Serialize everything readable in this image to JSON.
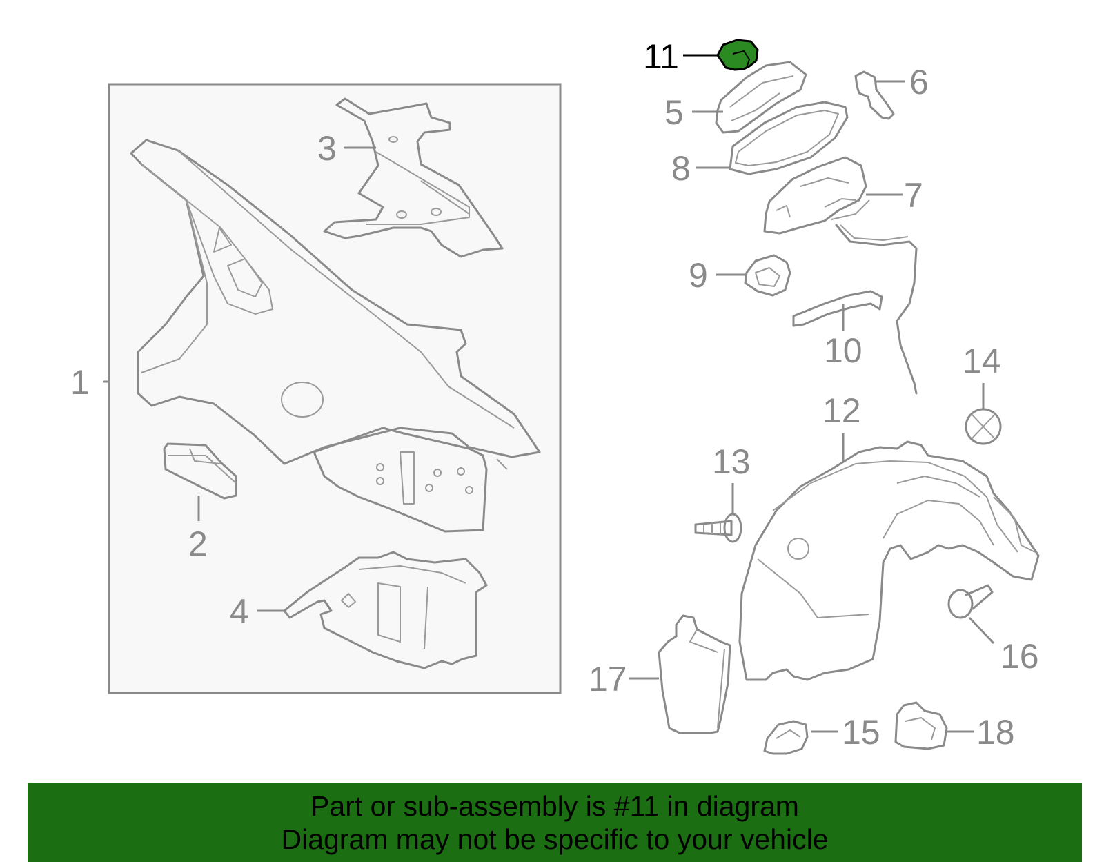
{
  "callouts": {
    "c1": "1",
    "c2": "2",
    "c3": "3",
    "c4": "4",
    "c5": "5",
    "c6": "6",
    "c7": "7",
    "c8": "8",
    "c9": "9",
    "c10": "10",
    "c11": "11",
    "c12": "12",
    "c13": "13",
    "c14": "14",
    "c15": "15",
    "c16": "16",
    "c17": "17",
    "c18": "18"
  },
  "highlighted_part": "11",
  "banner": {
    "line1": "Part or sub-assembly is #11 in diagram",
    "line2": "Diagram may not be specific to your vehicle"
  },
  "colors": {
    "banner_bg": "#1c6e12",
    "highlight": "#2c8a22",
    "line": "#8a8a8a",
    "panel_bg": "#f8f8f8"
  }
}
